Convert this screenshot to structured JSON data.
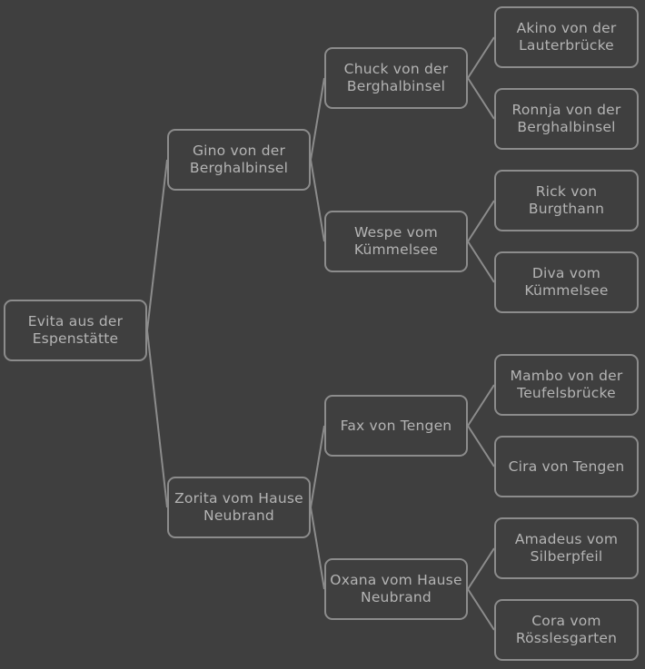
{
  "pedigree": {
    "colors": {
      "background": "#3f3f3f",
      "border": "#8c8c8c",
      "text": "#b4b4b4",
      "connector": "#8c8c8c"
    },
    "root": {
      "label": "Evita aus der Espenstätte",
      "sire": {
        "label": "Gino von der Berghalbinsel",
        "sire": {
          "label": "Chuck von der Berghalbinsel",
          "sire": {
            "label": "Akino von der Lauterbrücke"
          },
          "dam": {
            "label": "Ronnja von der Berghalbinsel"
          }
        },
        "dam": {
          "label": "Wespe vom Kümmelsee",
          "sire": {
            "label": "Rick von Burgthann"
          },
          "dam": {
            "label": "Diva vom Kümmelsee"
          }
        }
      },
      "dam": {
        "label": "Zorita vom Hause Neubrand",
        "sire": {
          "label": "Fax von Tengen",
          "sire": {
            "label": "Mambo von der Teufelsbrücke"
          },
          "dam": {
            "label": "Cira von Tengen"
          }
        },
        "dam": {
          "label": "Oxana vom Hause Neubrand",
          "sire": {
            "label": "Amadeus vom Silberpfeil"
          },
          "dam": {
            "label": "Cora vom Rösslesgarten"
          }
        }
      }
    }
  }
}
